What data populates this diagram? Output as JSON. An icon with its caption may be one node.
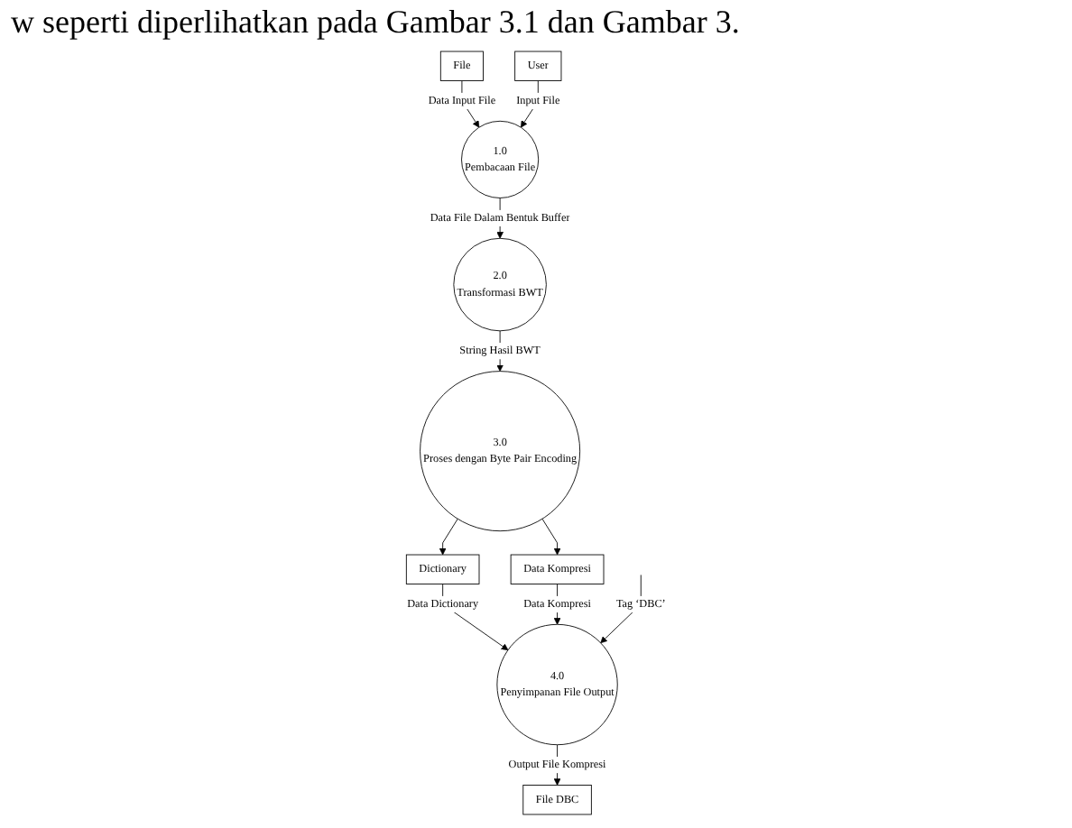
{
  "diagram": {
    "nodes": [
      {
        "text": [
          "File"
        ]
      },
      {
        "text": [
          "User"
        ]
      },
      {
        "text": [
          "1.0",
          "Pembacaan File"
        ]
      },
      {
        "text": [
          "2.0",
          "Transformasi BWT"
        ]
      },
      {
        "text": [
          "3.0",
          "Proses dengan Byte Pair Encoding"
        ]
      },
      {
        "text": [
          "4.0",
          "Penyimpanan File Output"
        ]
      },
      {
        "text": [
          "Dictionary"
        ]
      },
      {
        "text": [
          "Data Kompresi"
        ]
      },
      {
        "text": [
          "File DBC"
        ]
      }
    ],
    "edges": [
      {
        "from": 0,
        "to": 2,
        "arrow": "to",
        "label": "Data Input File"
      },
      {
        "from": 1,
        "to": 2,
        "arrow": "to",
        "label": "Input File"
      },
      {
        "from": 2,
        "to": 3,
        "arrow": "to",
        "label": "Data File Dalam Bentuk Buffer"
      },
      {
        "from": 3,
        "to": 4,
        "arrow": "to",
        "label": "String Hasil BWT"
      },
      {
        "from": 4,
        "to": 6,
        "arrow": "to"
      },
      {
        "from": 6,
        "to": 5,
        "arrow": "to",
        "label": "Data Dictionary"
      },
      {
        "from": 4,
        "to": 7,
        "arrow": "to"
      },
      {
        "from": 7,
        "to": 5,
        "arrow": "to",
        "label": "Data Kompresi"
      },
      {
        "from": null,
        "to": 5,
        "arrow": "to",
        "label": "Tag ‘DBC’"
      },
      {
        "from": 5,
        "to": 8,
        "arrow": "to",
        "label": "Output File Kompresi"
      }
    ],
    "labels": [
      "w seperti diperlihatkan pada Gambar 3.1 dan Gambar 3."
    ]
  }
}
